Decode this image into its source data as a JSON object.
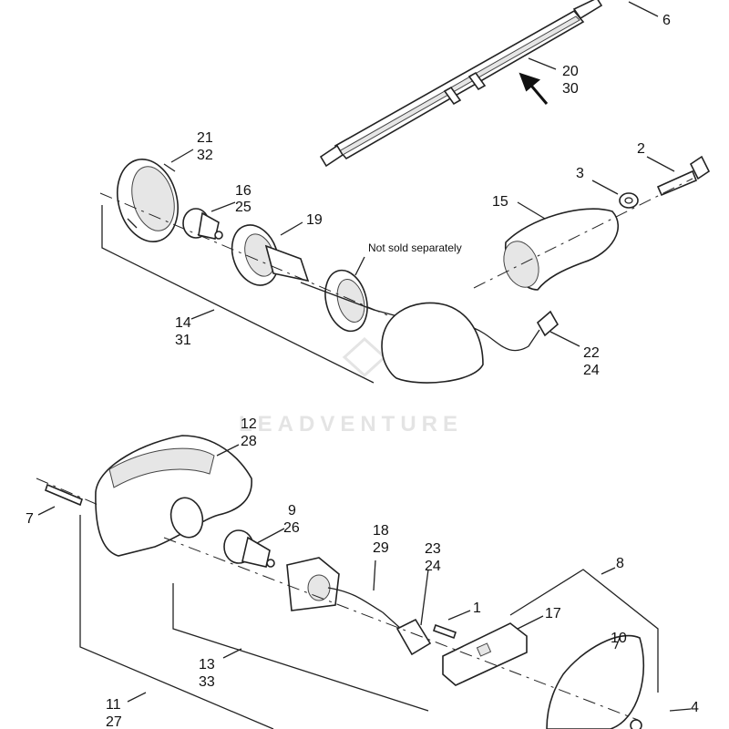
{
  "watermark": "LEADVENTURE",
  "note": "Not sold separately",
  "callouts": [
    {
      "id": "6",
      "lines": [
        "6"
      ]
    },
    {
      "id": "20-30",
      "lines": [
        "20",
        "30"
      ]
    },
    {
      "id": "21-32",
      "lines": [
        "21",
        "32"
      ]
    },
    {
      "id": "2",
      "lines": [
        "2"
      ]
    },
    {
      "id": "3",
      "lines": [
        "3"
      ]
    },
    {
      "id": "16-25",
      "lines": [
        "16",
        "25"
      ]
    },
    {
      "id": "15",
      "lines": [
        "15"
      ]
    },
    {
      "id": "19",
      "lines": [
        "19"
      ]
    },
    {
      "id": "14-31",
      "lines": [
        "14",
        "31"
      ]
    },
    {
      "id": "22-24",
      "lines": [
        "22",
        "24"
      ]
    },
    {
      "id": "12-28",
      "lines": [
        "12",
        "28"
      ]
    },
    {
      "id": "7",
      "lines": [
        "7"
      ]
    },
    {
      "id": "9-26",
      "lines": [
        "9",
        "26"
      ]
    },
    {
      "id": "18-29",
      "lines": [
        "18",
        "29"
      ]
    },
    {
      "id": "23-24",
      "lines": [
        "23",
        "24"
      ]
    },
    {
      "id": "8",
      "lines": [
        "8"
      ]
    },
    {
      "id": "1",
      "lines": [
        "1"
      ]
    },
    {
      "id": "17",
      "lines": [
        "17"
      ]
    },
    {
      "id": "10",
      "lines": [
        "10"
      ]
    },
    {
      "id": "13-33",
      "lines": [
        "13",
        "33"
      ]
    },
    {
      "id": "11-27",
      "lines": [
        "11",
        "27"
      ]
    },
    {
      "id": "4",
      "lines": [
        "4"
      ]
    }
  ]
}
